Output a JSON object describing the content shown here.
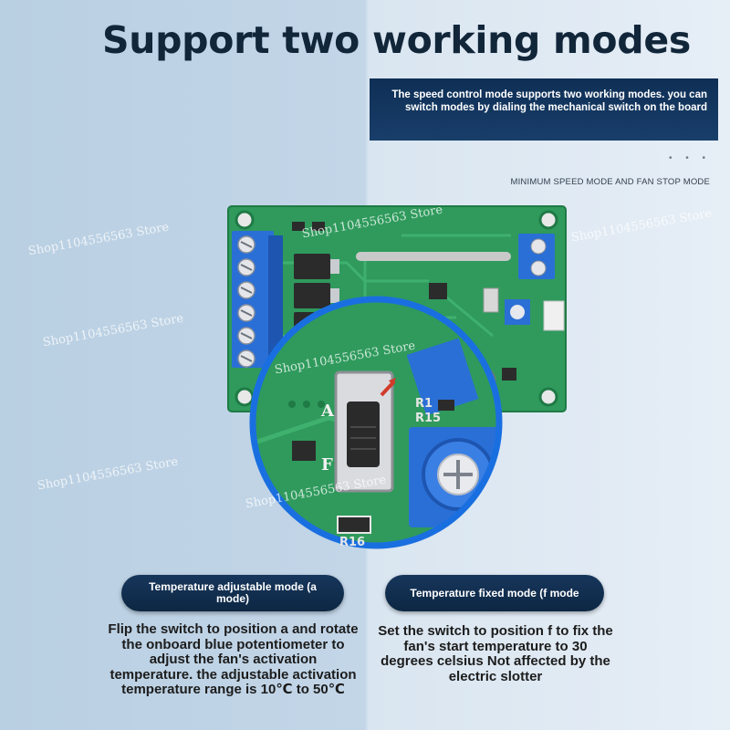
{
  "header": {
    "title": "Support two working modes",
    "banner_text": "The speed control mode supports two working modes. you can switch modes by dialing the mechanical switch on the board",
    "dots": "• • •",
    "tagline": "MINIMUM SPEED MODE AND FAN STOP MODE"
  },
  "board": {
    "switch_label_a": "A",
    "switch_label_f": "F",
    "silk_r1": "R1",
    "silk_r15": "R15",
    "silk_r16": "R16",
    "watermark": "Shop1104556563 Store"
  },
  "modes": [
    {
      "title": "Temperature adjustable mode (a mode)",
      "description": "Flip the switch to position a and rotate the onboard blue potentiometer to adjust the fan's activation temperature. the adjustable activation temperature range is 10℃ to 50℃ "
    },
    {
      "title": "Temperature fixed mode (f mode",
      "description": "Set the switch to position f to fix the fan's start temperature to 30 degrees celsius  Not affected by the electric slotter"
    }
  ],
  "colors": {
    "background_left": "#b9cfe2",
    "background_right": "#e6eef6",
    "pill": "#17365c",
    "pcb": "#2f9a5c",
    "terminal": "#2a6fd6",
    "zoom_ring": "#1a6fe0"
  }
}
